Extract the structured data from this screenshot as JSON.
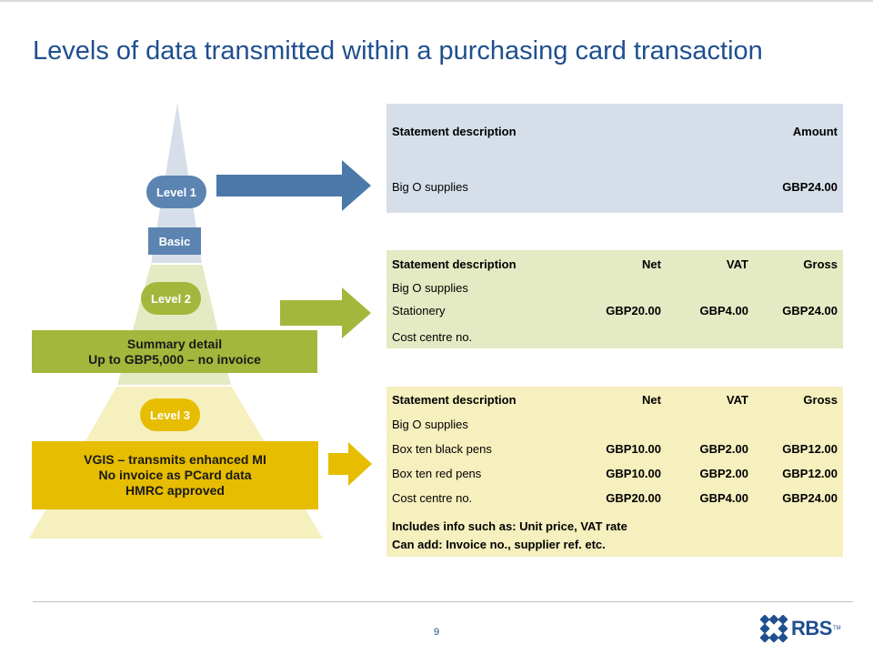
{
  "slide": {
    "title": "Levels of data transmitted within a purchasing card transaction",
    "page_number": "9",
    "logo_text": "RBS",
    "logo_tm": "TM"
  },
  "colors": {
    "title": "#1f4f8f",
    "level1": "#4a79aa",
    "level2": "#a3b73c",
    "level3": "#e6bd00",
    "panel1_bg": "#d6dfe9",
    "panel2_bg": "#e4eac3",
    "panel3_bg": "#f6efbe"
  },
  "pyramid": {
    "level1": {
      "label": "Level 1",
      "tag": "Basic"
    },
    "level2": {
      "label": "Level 2",
      "banner_line1": "Summary detail",
      "banner_line2": "Up to GBP5,000 – no invoice"
    },
    "level3": {
      "label": "Level 3",
      "banner_line1": "VGIS – transmits enhanced MI",
      "banner_line2": "No invoice as PCard data",
      "banner_line3": "HMRC approved"
    }
  },
  "panel1": {
    "header": {
      "description": "Statement description",
      "amount": "Amount"
    },
    "row": {
      "description": "Big O supplies",
      "amount": "GBP24.00"
    }
  },
  "panel2": {
    "header": {
      "description": "Statement description",
      "net": "Net",
      "vat": "VAT",
      "gross": "Gross"
    },
    "rows": [
      {
        "description": "Big O supplies",
        "net": "",
        "vat": "",
        "gross": ""
      },
      {
        "description": "Stationery",
        "net": "GBP20.00",
        "vat": "GBP4.00",
        "gross": "GBP24.00"
      },
      {
        "description": "Cost centre no.",
        "net": "",
        "vat": "",
        "gross": ""
      }
    ]
  },
  "panel3": {
    "header": {
      "description": "Statement description",
      "net": "Net",
      "vat": "VAT",
      "gross": "Gross"
    },
    "rows": [
      {
        "description": "Big O supplies",
        "net": "",
        "vat": "",
        "gross": ""
      },
      {
        "description": "Box ten black pens",
        "net": "GBP10.00",
        "vat": "GBP2.00",
        "gross": "GBP12.00"
      },
      {
        "description": "Box ten red pens",
        "net": "GBP10.00",
        "vat": "GBP2.00",
        "gross": "GBP12.00"
      },
      {
        "description": "Cost centre no.",
        "net": "GBP20.00",
        "vat": "GBP4.00",
        "gross": "GBP24.00"
      }
    ],
    "note_line1": "Includes info such as: Unit price, VAT rate",
    "note_line2": "Can add: Invoice no., supplier ref. etc."
  }
}
